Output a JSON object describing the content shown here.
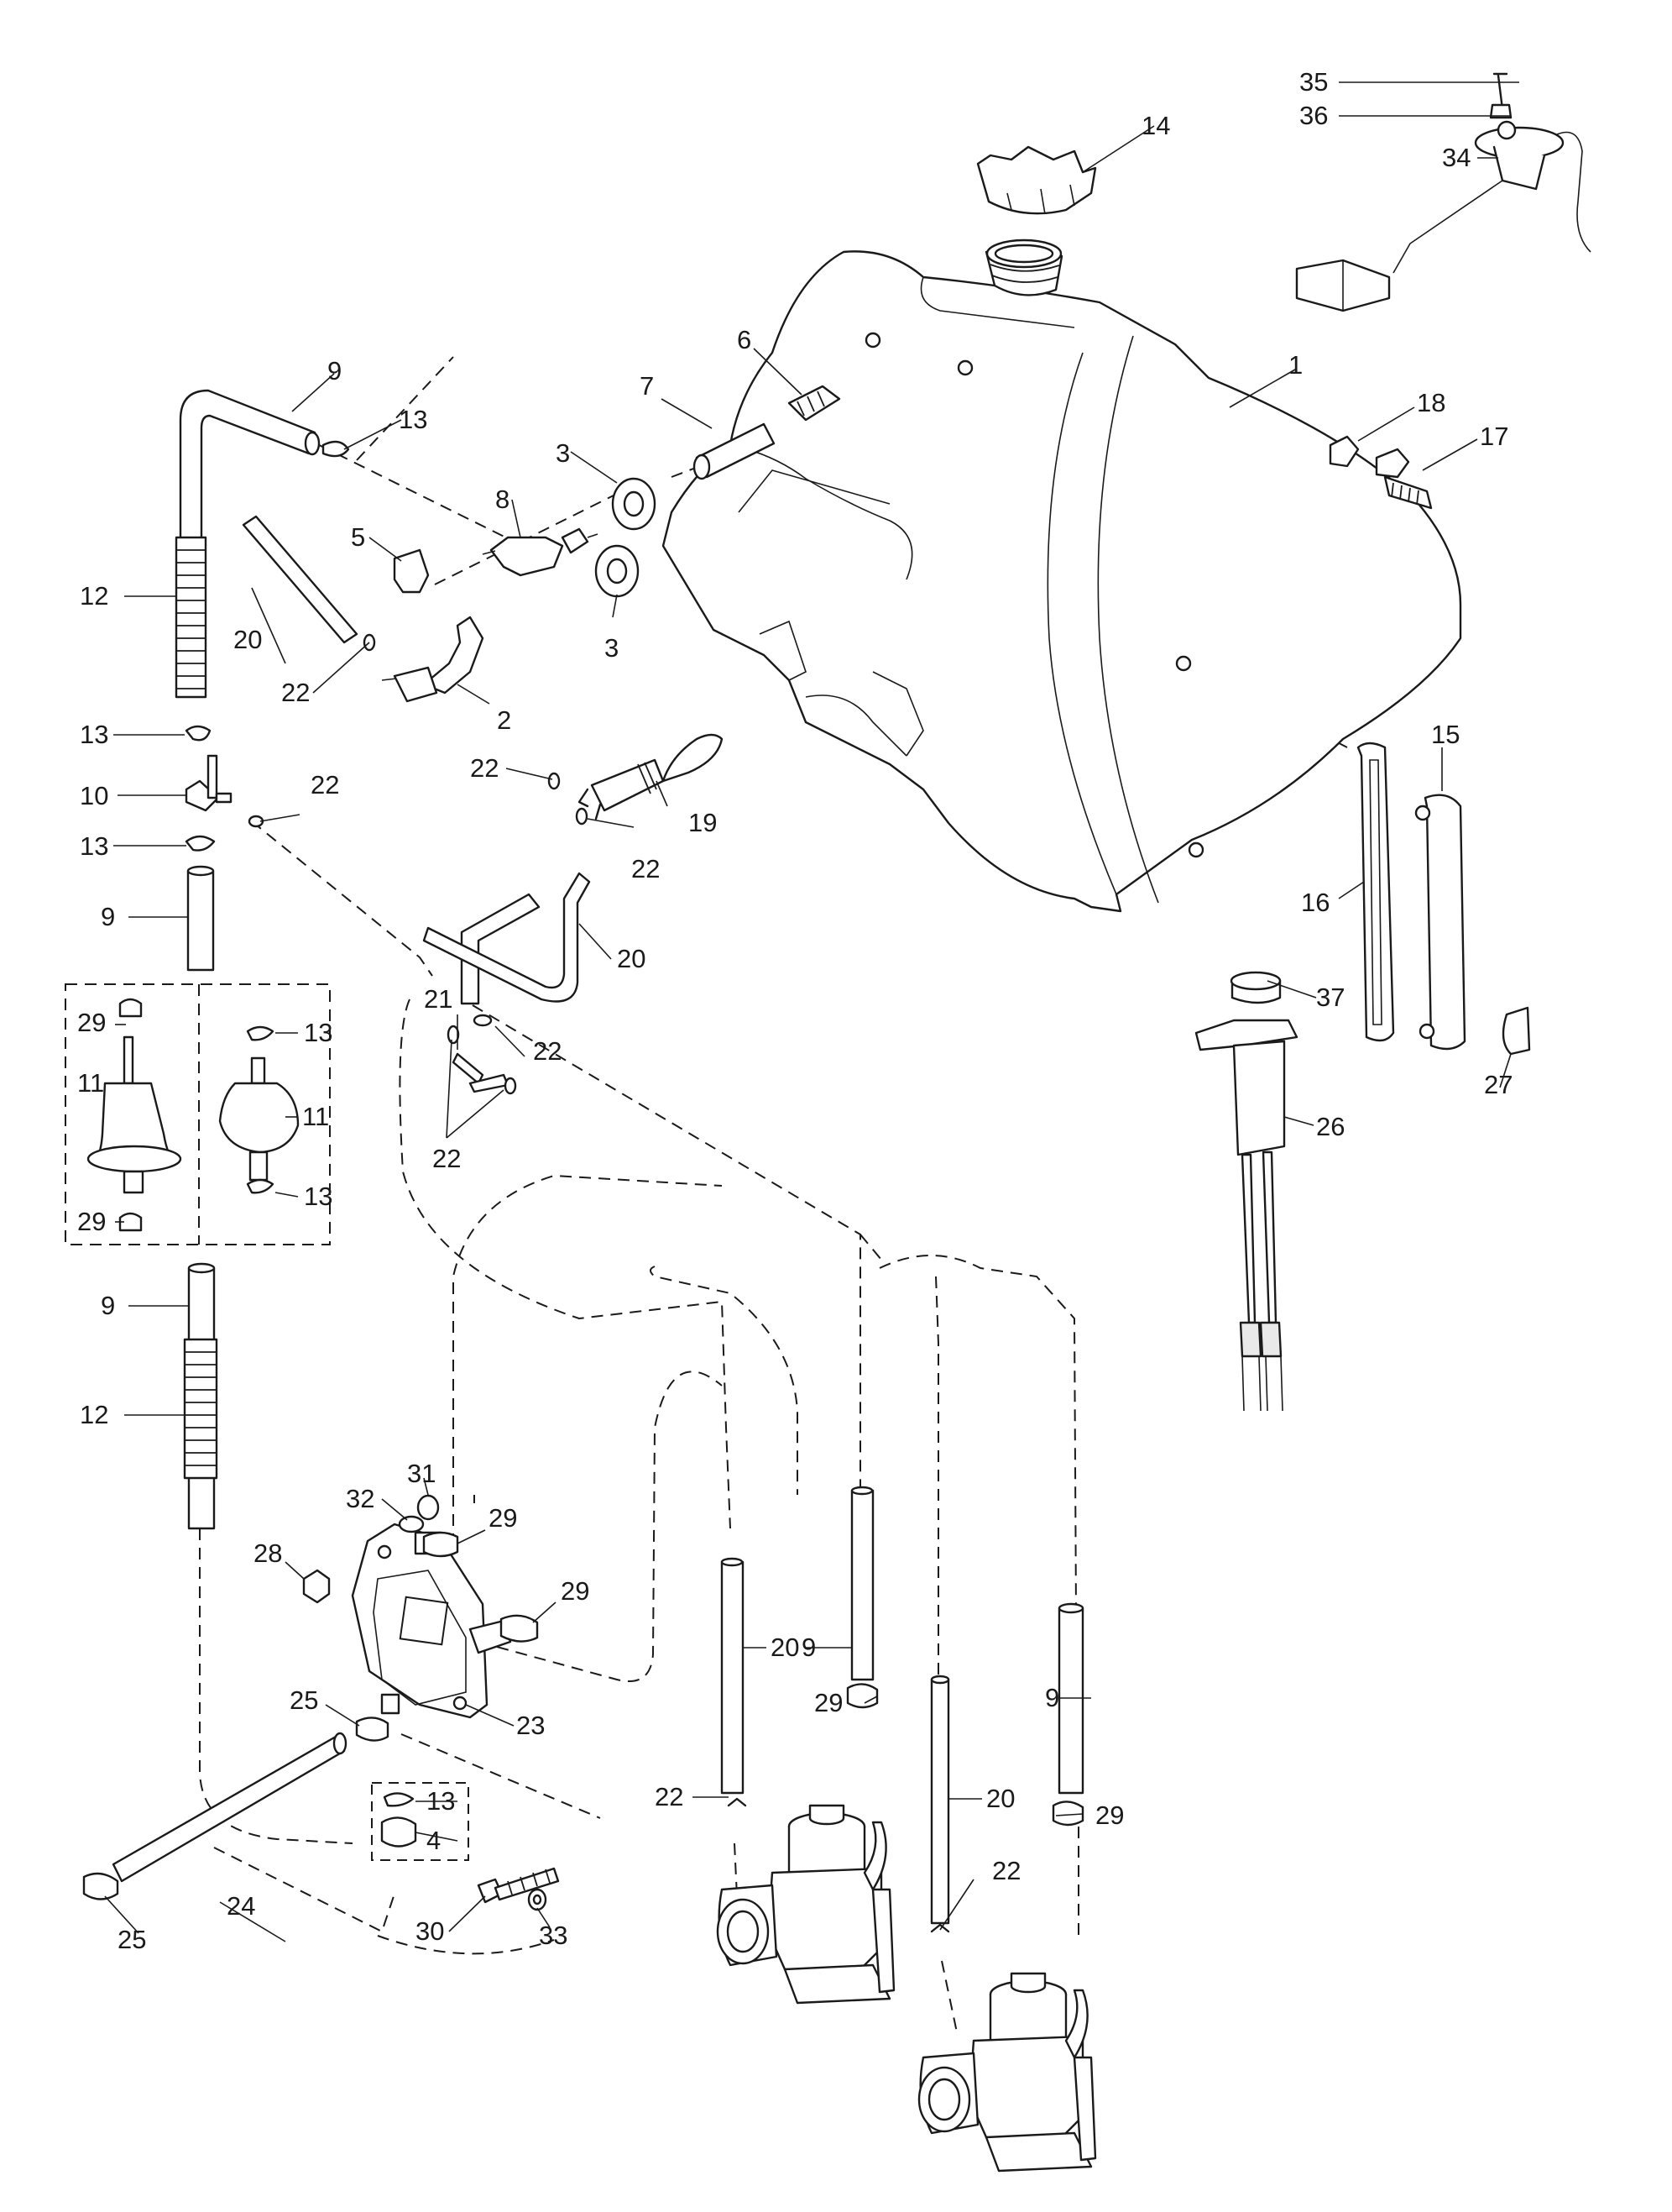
{
  "callouts": {
    "c1": "1",
    "c2": "2",
    "c3a": "3",
    "c3b": "3",
    "c4": "4",
    "c5": "5",
    "c6": "6",
    "c7": "7",
    "c8": "8",
    "c9a": "9",
    "c9b": "9",
    "c9c": "9",
    "c9d": "9",
    "c9e": "9",
    "c10": "10",
    "c11a": "11",
    "c11b": "11",
    "c12a": "12",
    "c12b": "12",
    "c13a": "13",
    "c13b": "13",
    "c13c": "13",
    "c13d": "13",
    "c13e": "13",
    "c13f": "13",
    "c14": "14",
    "c15": "15",
    "c16": "16",
    "c17": "17",
    "c18": "18",
    "c19": "19",
    "c20a": "20",
    "c20b": "20",
    "c20c": "20",
    "c20d": "20",
    "c21": "21",
    "c22a": "22",
    "c22b": "22",
    "c22c": "22",
    "c22d": "22",
    "c22e": "22",
    "c22f": "22",
    "c22g": "22",
    "c22h": "22",
    "c23": "23",
    "c24": "24",
    "c25a": "25",
    "c25b": "25",
    "c26": "26",
    "c27": "27",
    "c28": "28",
    "c29a": "29",
    "c29b": "29",
    "c29c": "29",
    "c29d": "29",
    "c29e": "29",
    "c29f": "29",
    "c30": "30",
    "c31": "31",
    "c32": "32",
    "c33": "33",
    "c34": "34",
    "c35": "35",
    "c36": "36",
    "c37": "37"
  }
}
